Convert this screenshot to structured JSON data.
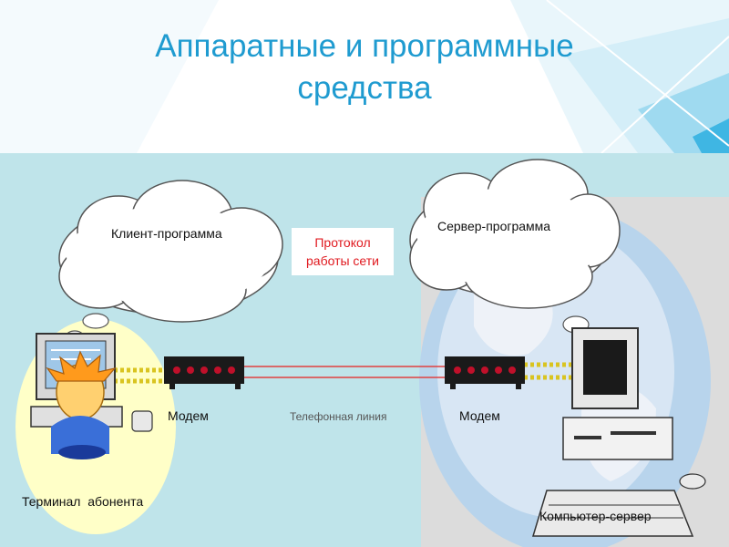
{
  "title": {
    "line1": "Аппаратные и программные",
    "line2": "средства"
  },
  "diagram": {
    "client_program": "Клиент-программа",
    "server_program": "Сервер-программа",
    "protocol_line1": "Протокол",
    "protocol_line2": "работы сети",
    "modem_left": "Модем",
    "modem_right": "Модем",
    "phone_line": "Телефонная линия",
    "terminal": "Терминал  абонента",
    "server_computer": "Компьютер-сервер"
  },
  "colors": {
    "title": "#1f9bd0",
    "diagram_bg": "#bfe4ea",
    "protocol_text": "#e0191f",
    "phone_line": "#e04040",
    "cable": "#d9c420"
  }
}
